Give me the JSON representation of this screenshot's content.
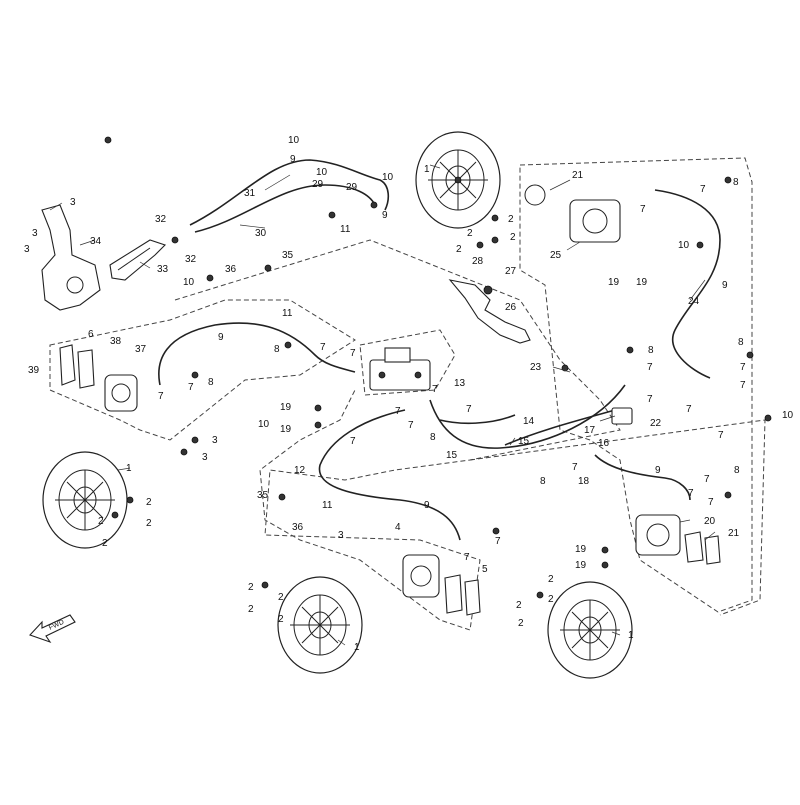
{
  "diagram": {
    "direction_arrow": "FWD",
    "callouts": [
      {
        "id": "c1a",
        "text": "1"
      },
      {
        "id": "c1b",
        "text": "1"
      },
      {
        "id": "c1c",
        "text": "1"
      },
      {
        "id": "c1d",
        "text": "1"
      },
      {
        "id": "c2a",
        "text": "2"
      },
      {
        "id": "c2b",
        "text": "2"
      },
      {
        "id": "c2c",
        "text": "2"
      },
      {
        "id": "c2d",
        "text": "2"
      },
      {
        "id": "c2e",
        "text": "2"
      },
      {
        "id": "c2f",
        "text": "2"
      },
      {
        "id": "c2g",
        "text": "2"
      },
      {
        "id": "c2h",
        "text": "2"
      },
      {
        "id": "c2i",
        "text": "2"
      },
      {
        "id": "c2j",
        "text": "2"
      },
      {
        "id": "c2k",
        "text": "2"
      },
      {
        "id": "c2l",
        "text": "2"
      },
      {
        "id": "c2m",
        "text": "2"
      },
      {
        "id": "c2n",
        "text": "2"
      },
      {
        "id": "c2o",
        "text": "2"
      },
      {
        "id": "c2p",
        "text": "2"
      },
      {
        "id": "c3a",
        "text": "3"
      },
      {
        "id": "c3b",
        "text": "3"
      },
      {
        "id": "c3c",
        "text": "3"
      },
      {
        "id": "c3d",
        "text": "3"
      },
      {
        "id": "c3e",
        "text": "3"
      },
      {
        "id": "c3f",
        "text": "3"
      },
      {
        "id": "c4",
        "text": "4"
      },
      {
        "id": "c5",
        "text": "5"
      },
      {
        "id": "c6",
        "text": "6"
      },
      {
        "id": "c7a",
        "text": "7"
      },
      {
        "id": "c7b",
        "text": "7"
      },
      {
        "id": "c7c",
        "text": "7"
      },
      {
        "id": "c7d",
        "text": "7"
      },
      {
        "id": "c7e",
        "text": "7"
      },
      {
        "id": "c7f",
        "text": "7"
      },
      {
        "id": "c7g",
        "text": "7"
      },
      {
        "id": "c7h",
        "text": "7"
      },
      {
        "id": "c7i",
        "text": "7"
      },
      {
        "id": "c7j",
        "text": "7"
      },
      {
        "id": "c7k",
        "text": "7"
      },
      {
        "id": "c7l",
        "text": "7"
      },
      {
        "id": "c7m",
        "text": "7"
      },
      {
        "id": "c7n",
        "text": "7"
      },
      {
        "id": "c7o",
        "text": "7"
      },
      {
        "id": "c7p",
        "text": "7"
      },
      {
        "id": "c7q",
        "text": "7"
      },
      {
        "id": "c7r",
        "text": "7"
      },
      {
        "id": "c7s",
        "text": "7"
      },
      {
        "id": "c7t",
        "text": "7"
      },
      {
        "id": "c7u",
        "text": "7"
      },
      {
        "id": "c7v",
        "text": "7"
      },
      {
        "id": "c7w",
        "text": "7"
      },
      {
        "id": "c8a",
        "text": "8"
      },
      {
        "id": "c8b",
        "text": "8"
      },
      {
        "id": "c8c",
        "text": "8"
      },
      {
        "id": "c8d",
        "text": "8"
      },
      {
        "id": "c8e",
        "text": "8"
      },
      {
        "id": "c8f",
        "text": "8"
      },
      {
        "id": "c8g",
        "text": "8"
      },
      {
        "id": "c8h",
        "text": "8"
      },
      {
        "id": "c9a",
        "text": "9"
      },
      {
        "id": "c9b",
        "text": "9"
      },
      {
        "id": "c9c",
        "text": "9"
      },
      {
        "id": "c9d",
        "text": "9"
      },
      {
        "id": "c9e",
        "text": "9"
      },
      {
        "id": "c9f",
        "text": "9"
      },
      {
        "id": "c10a",
        "text": "10"
      },
      {
        "id": "c10b",
        "text": "10"
      },
      {
        "id": "c10c",
        "text": "10"
      },
      {
        "id": "c10d",
        "text": "10"
      },
      {
        "id": "c10e",
        "text": "10"
      },
      {
        "id": "c10f",
        "text": "10"
      },
      {
        "id": "c10g",
        "text": "10"
      },
      {
        "id": "c11a",
        "text": "11"
      },
      {
        "id": "c11b",
        "text": "11"
      },
      {
        "id": "c11c",
        "text": "11"
      },
      {
        "id": "c12",
        "text": "12"
      },
      {
        "id": "c13",
        "text": "13"
      },
      {
        "id": "c14",
        "text": "14"
      },
      {
        "id": "c15a",
        "text": "15"
      },
      {
        "id": "c15b",
        "text": "15"
      },
      {
        "id": "c16",
        "text": "16"
      },
      {
        "id": "c17",
        "text": "17"
      },
      {
        "id": "c18",
        "text": "18"
      },
      {
        "id": "c19a",
        "text": "19"
      },
      {
        "id": "c19b",
        "text": "19"
      },
      {
        "id": "c19c",
        "text": "19"
      },
      {
        "id": "c19d",
        "text": "19"
      },
      {
        "id": "c19e",
        "text": "19"
      },
      {
        "id": "c19f",
        "text": "19"
      },
      {
        "id": "c20",
        "text": "20"
      },
      {
        "id": "c21a",
        "text": "21"
      },
      {
        "id": "c21b",
        "text": "21"
      },
      {
        "id": "c22",
        "text": "22"
      },
      {
        "id": "c23",
        "text": "23"
      },
      {
        "id": "c24",
        "text": "24"
      },
      {
        "id": "c25",
        "text": "25"
      },
      {
        "id": "c26",
        "text": "26"
      },
      {
        "id": "c27",
        "text": "27"
      },
      {
        "id": "c28",
        "text": "28"
      },
      {
        "id": "c29a",
        "text": "29"
      },
      {
        "id": "c29b",
        "text": "29"
      },
      {
        "id": "c30",
        "text": "30"
      },
      {
        "id": "c31",
        "text": "31"
      },
      {
        "id": "c32a",
        "text": "32"
      },
      {
        "id": "c32b",
        "text": "32"
      },
      {
        "id": "c33",
        "text": "33"
      },
      {
        "id": "c34",
        "text": "34"
      },
      {
        "id": "c35a",
        "text": "35"
      },
      {
        "id": "c35b",
        "text": "35"
      },
      {
        "id": "c36a",
        "text": "36"
      },
      {
        "id": "c36b",
        "text": "36"
      },
      {
        "id": "c37",
        "text": "37"
      },
      {
        "id": "c38",
        "text": "38"
      },
      {
        "id": "c39",
        "text": "39"
      }
    ]
  }
}
